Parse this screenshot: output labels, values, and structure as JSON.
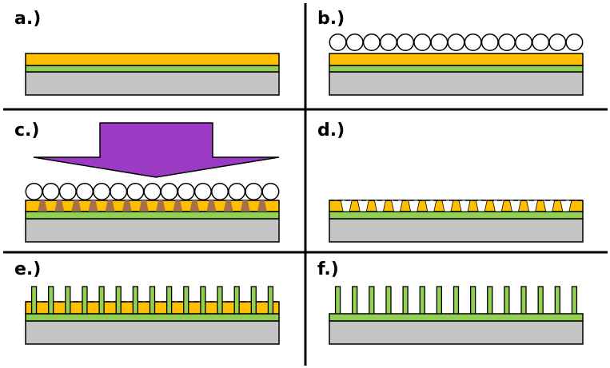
{
  "panels": [
    {
      "id": "a",
      "label": "a.)",
      "stage": "layered-substrate"
    },
    {
      "id": "b",
      "label": "b.)",
      "stage": "sphere-monolayer"
    },
    {
      "id": "c",
      "label": "c.)",
      "stage": "directional-etch"
    },
    {
      "id": "d",
      "label": "d.)",
      "stage": "patterned-mask"
    },
    {
      "id": "e",
      "label": "e.)",
      "stage": "pillar-growth"
    },
    {
      "id": "f",
      "label": "f.)",
      "stage": "free-standing-pillars"
    }
  ],
  "colors": {
    "substrate": "#c4c4c4",
    "green_layer": "#92d050",
    "gold_layer": "#ffc000",
    "etch_shadow": "#a5714a",
    "arrow": "#9b3bc3",
    "sphere": "#ffffff",
    "outline": "#000000"
  },
  "counts": {
    "spheres_b": 15,
    "spheres_c": 15,
    "gaps_d": 14,
    "pillars_e": 15,
    "pillars_f": 15
  }
}
